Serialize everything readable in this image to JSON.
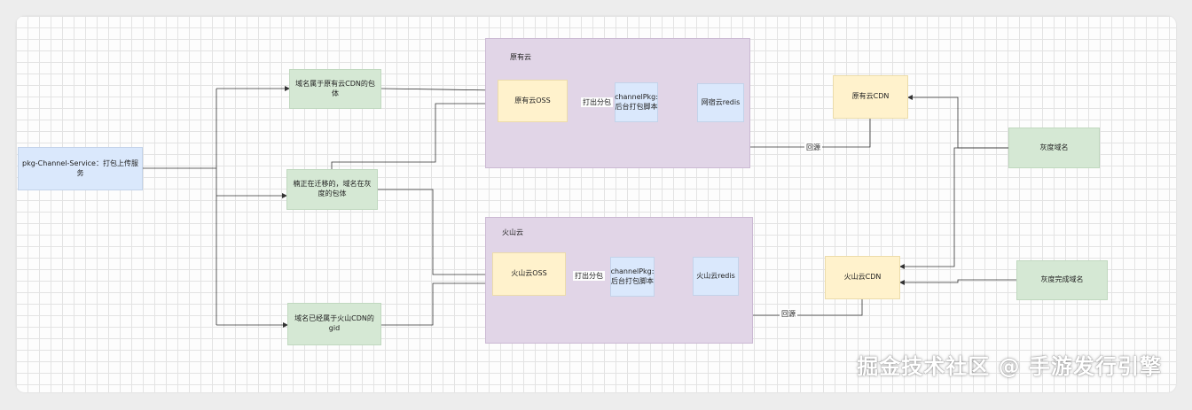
{
  "groups": {
    "old_cloud": {
      "title": "原有云"
    },
    "volc_cloud": {
      "title": "火山云"
    }
  },
  "nodes": {
    "pkg_service": "pkg-Channel-Service：打包上传服务",
    "domain_old": "域名属于原有云CDN的包体",
    "migrating": "楠正在迁移的，域名在灰度的包体",
    "domain_volc": "域名已经属于火山CDN的gid",
    "old_oss": "原有云OSS",
    "old_script": "channelPkg:\n后台打包脚本",
    "old_redis": "网宿云redis",
    "volc_oss": "火山云OSS",
    "volc_script": "channelPkg:\n后台打包脚本",
    "volc_redis": "火山云redis",
    "old_cdn": "原有云CDN",
    "volc_cdn": "火山云CDN",
    "gray_domain": "灰度域名",
    "gray_done_domain": "灰度完成域名"
  },
  "edge_labels": {
    "old_pack": "打出分包",
    "volc_pack": "打出分包",
    "old_origin": "回源",
    "volc_origin": "回源"
  },
  "watermark": "掘金技术社区 @ 手游发行引擎",
  "colors": {
    "blue_fill": "#dae8fc",
    "green_fill": "#d5e8d4",
    "yellow_fill": "#fff2cc",
    "group_fill": "#e1d5e7",
    "edge": "#333333"
  }
}
